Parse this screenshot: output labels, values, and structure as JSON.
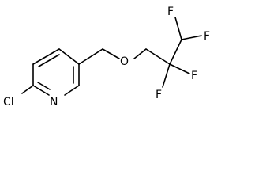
{
  "molecule": {
    "atoms": {
      "chlorine": "Cl",
      "nitrogen": "N",
      "oxygen": "O",
      "fluorine_1": "F",
      "fluorine_2": "F",
      "fluorine_3": "F",
      "fluorine_4": "F"
    }
  }
}
